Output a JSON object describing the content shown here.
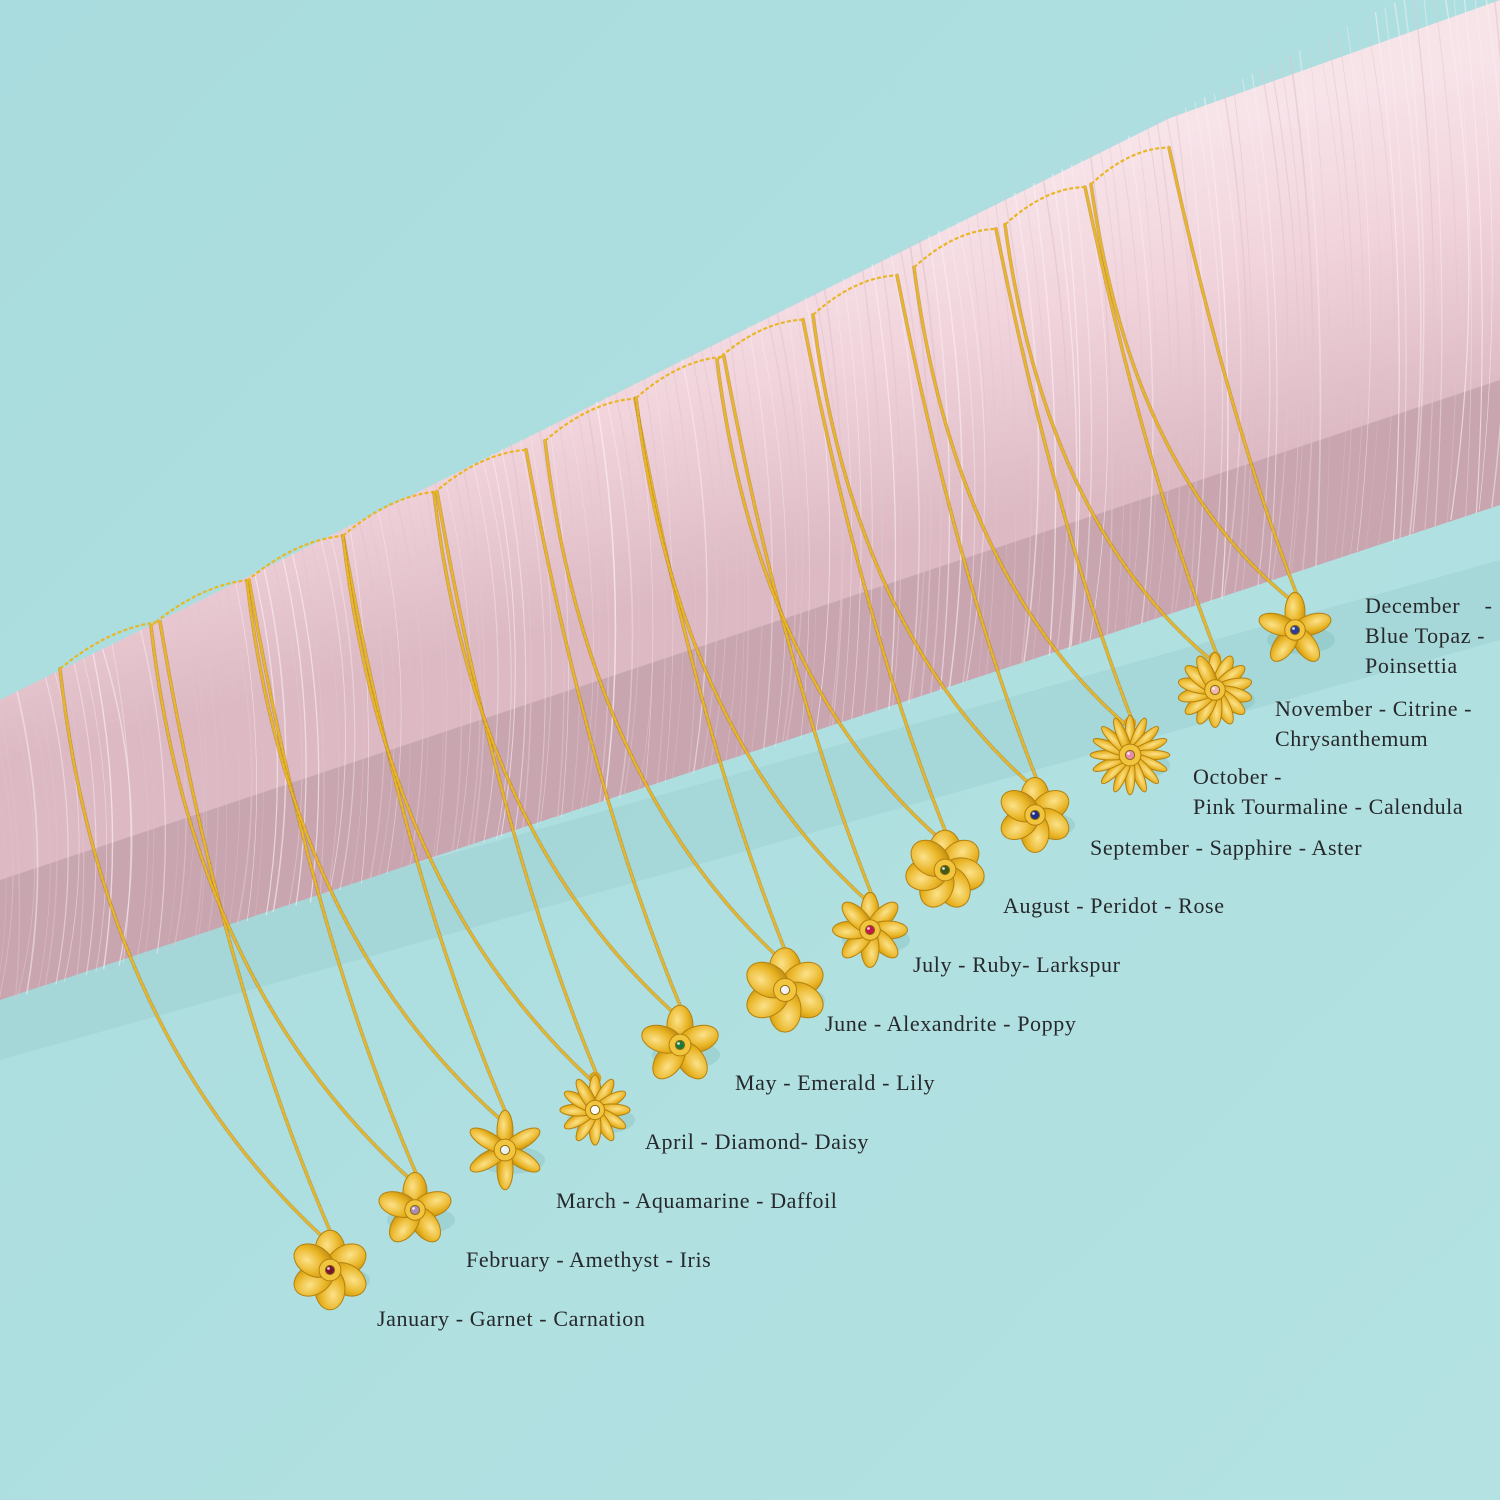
{
  "photo": {
    "colors": {
      "background": "#aedfe0",
      "background_shadow": "#9fd2d4",
      "tube": "#f0d5dc",
      "tube_shadow": "#d9b8c2",
      "tube_highlight": "#f8e8ec",
      "gold": "#e7b321",
      "gold_dark": "#b88310",
      "gold_light": "#f8d86a",
      "label_text": "#26282b"
    },
    "props": [
      "pink-paper-tube",
      "gold-chain",
      "flower-pendant"
    ],
    "pendants": [
      {
        "month": "January",
        "line1": "January - Garnet - Carnation",
        "line2": "",
        "line3": "",
        "stone_color": "#7a1630",
        "flower_icon": "carnation-icon"
      },
      {
        "month": "February",
        "line1": "February - Amethyst - Iris",
        "line2": "",
        "line3": "",
        "stone_color": "#a98ab8",
        "flower_icon": "iris-icon"
      },
      {
        "month": "March",
        "line1": "March - Aquamarine - Daffoil",
        "line2": "",
        "line3": "",
        "stone_color": "#e8f0f0",
        "flower_icon": "daffodil-icon"
      },
      {
        "month": "April",
        "line1": "April - Diamond- Daisy",
        "line2": "",
        "line3": "",
        "stone_color": "#ffffff",
        "flower_icon": "daisy-icon"
      },
      {
        "month": "May",
        "line1": "May - Emerald - Lily",
        "line2": "",
        "line3": "",
        "stone_color": "#1e7a3a",
        "flower_icon": "lily-icon"
      },
      {
        "month": "June",
        "line1": "June - Alexandrite - Poppy",
        "line2": "",
        "line3": "",
        "stone_color": "#f1eef4",
        "flower_icon": "poppy-icon"
      },
      {
        "month": "July",
        "line1": "July - Ruby- Larkspur",
        "line2": "",
        "line3": "",
        "stone_color": "#c2184a",
        "flower_icon": "larkspur-icon"
      },
      {
        "month": "August",
        "line1": "August - Peridot - Rose",
        "line2": "",
        "line3": "",
        "stone_color": "#3d5a1a",
        "flower_icon": "rose-icon"
      },
      {
        "month": "September",
        "line1": "September - Sapphire - Aster",
        "line2": "",
        "line3": "",
        "stone_color": "#1f2e8a",
        "flower_icon": "aster-icon"
      },
      {
        "month": "October",
        "line1": "October -",
        "line2": "Pink Tourmaline - Calendula",
        "line3": "",
        "stone_color": "#e88ab0",
        "flower_icon": "calendula-icon"
      },
      {
        "month": "November",
        "line1": "November - Citrine -",
        "line2": "Chrysanthemum",
        "line3": "",
        "stone_color": "#f0b8b0",
        "flower_icon": "chrysanthemum-icon"
      },
      {
        "month": "December",
        "line1": "December    -",
        "line2": "Blue Topaz -",
        "line3": "Poinsettia",
        "stone_color": "#2a3d9a",
        "flower_icon": "poinsettia-icon"
      }
    ]
  }
}
